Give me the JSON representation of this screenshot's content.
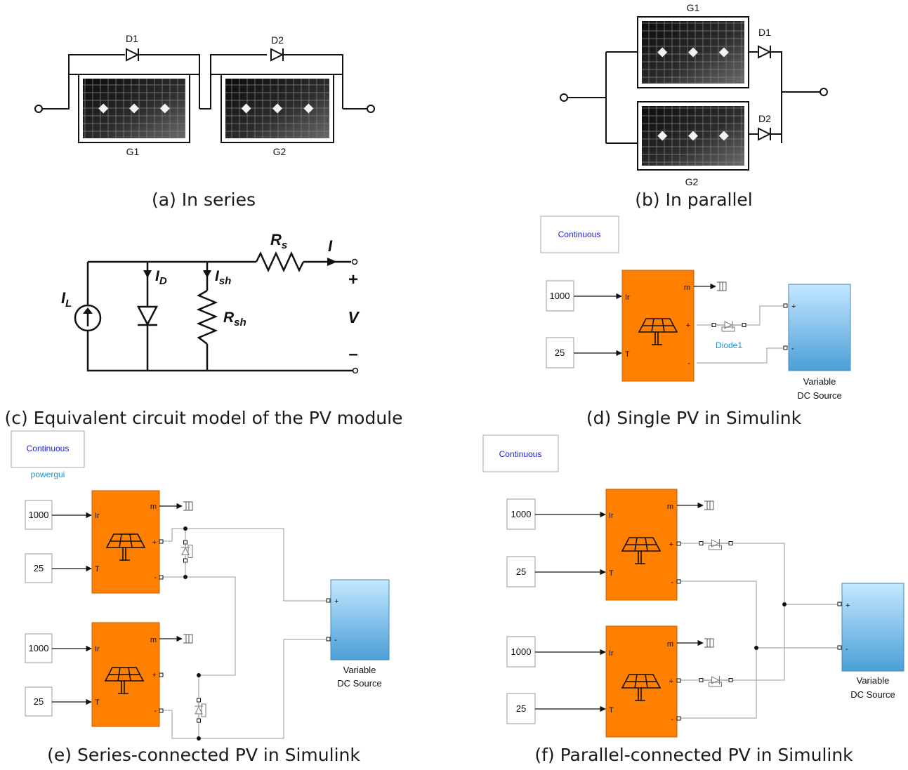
{
  "captions": {
    "a": "(a) In series",
    "b": "(b) In parallel",
    "c": "(c) Equivalent circuit model of the PV module",
    "d": "(d) Single PV in Simulink",
    "e": "(e) Series-connected PV in Simulink",
    "f": "(f) Parallel-connected PV in Simulink"
  },
  "panel_a": {
    "d1": "D1",
    "d2": "D2",
    "g1": "G1",
    "g2": "G2"
  },
  "panel_b": {
    "d1": "D1",
    "d2": "D2",
    "g1": "G1",
    "g2": "G2"
  },
  "panel_c": {
    "rs": "R",
    "rs_sub": "s",
    "i": "I",
    "il": "I",
    "il_sub": "L",
    "id": "I",
    "id_sub": "D",
    "ish": "I",
    "ish_sub": "sh",
    "rsh": "R",
    "rsh_sub": "sh",
    "plus": "+",
    "v": "V",
    "minus": "–"
  },
  "simulink": {
    "continuous": "Continuous",
    "powergui": "powergui",
    "irradiance": "1000",
    "temperature": "25",
    "port_ir": "Ir",
    "port_t": "T",
    "port_m": "m",
    "port_plus": "+",
    "port_minus": "-",
    "diode": "Diode1",
    "source_line1": "Variable",
    "source_line2": "DC Source"
  },
  "colors": {
    "pv_block": "#ff7f00",
    "dc_source_top": "#c4e8ff",
    "dc_source_bottom": "#4a9fd8",
    "powergui_text": "#1a1ae6",
    "diode_label": "#1e90d6"
  },
  "icons": [
    "solar-panel-icon",
    "diode-icon",
    "terminator-icon",
    "current-source-icon",
    "resistor-icon"
  ]
}
